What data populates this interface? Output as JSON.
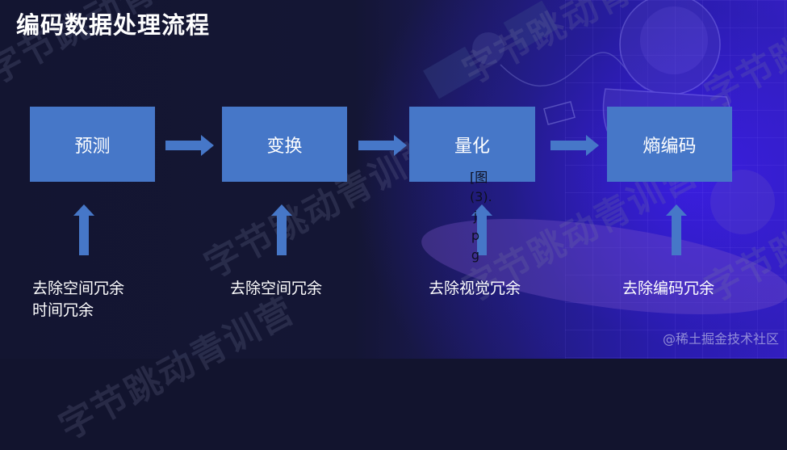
{
  "slide": {
    "title": "编码数据处理流程",
    "watermark": "字节跳动青训营",
    "credit": "@稀土掘金技术社区",
    "broken_image_alt": "[图(3).jpg"
  },
  "flow": {
    "steps": [
      {
        "label": "预测",
        "note": "去除空间冗余\n时间冗余"
      },
      {
        "label": "变换",
        "note": "去除空间冗余"
      },
      {
        "label": "量化",
        "note": "去除视觉冗余"
      },
      {
        "label": "熵编码",
        "note": "去除编码冗余"
      }
    ]
  },
  "colors": {
    "background": "#12142e",
    "box": "#4677c8",
    "arrow": "#4677c8",
    "text": "#ffffff",
    "accent_purple": "#3a1ed0"
  }
}
